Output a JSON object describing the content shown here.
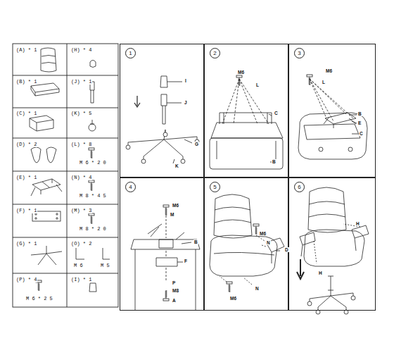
{
  "diagram": {
    "nodes": [
      {
        "text": [
          "1"
        ]
      },
      {
        "text": [
          "2"
        ]
      },
      {
        "text": [
          "3"
        ]
      },
      {
        "text": [
          "4"
        ]
      },
      {
        "text": [
          "5"
        ]
      },
      {
        "text": [
          "6"
        ]
      }
    ],
    "labels": [
      "(A) * 1",
      "(H) * 4",
      "(B) * 1",
      "(J) * 1",
      "(C) * 1",
      "(K) * 5",
      "(D) * 2",
      "(L) * 8",
      "M 6 * 2 0",
      "(E) * 1",
      "(N) * 4",
      "M 8 * 4 5",
      "(F) * 1",
      "(M) * 3",
      "M 8 * 2 0",
      "(G) * 1",
      "(O) * 2",
      "M 6",
      "M 5",
      "(P) * 4",
      "M 6 * 2 5",
      "(I) * 1",
      "I",
      "J",
      "G",
      "K",
      "M6",
      "L",
      "C",
      "B",
      "M6",
      "L",
      "B",
      "E",
      "C",
      "M6",
      "M",
      "B",
      "F",
      "P",
      "M8",
      "A",
      "M6",
      "N",
      "D",
      "M6",
      "N",
      "H",
      "H"
    ]
  }
}
